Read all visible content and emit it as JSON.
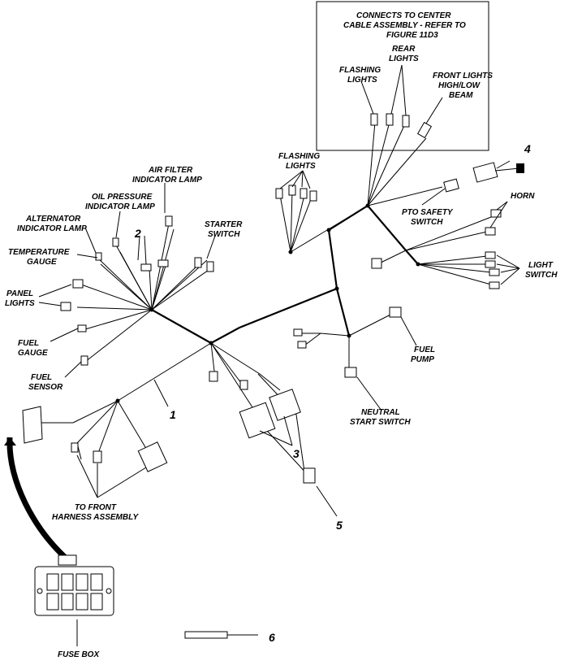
{
  "labels": {
    "center_cable_1": "CONNECTS TO CENTER",
    "center_cable_2": "CABLE ASSEMBLY - REFER TO",
    "center_cable_3": "FIGURE 11D3",
    "rear_lights_1": "REAR",
    "rear_lights_2": "LIGHTS",
    "flashing_top_1": "FLASHING",
    "flashing_top_2": "LIGHTS",
    "front_lights_1": "FRONT LIGHTS",
    "front_lights_2": "HIGH/LOW",
    "front_lights_3": "BEAM",
    "flashing_left_1": "FLASHING",
    "flashing_left_2": "LIGHTS",
    "air_filter_1": "AIR FILTER",
    "air_filter_2": "INDICATOR LAMP",
    "oil_pressure_1": "OIL PRESSURE",
    "oil_pressure_2": "INDICATOR LAMP",
    "alternator_1": "ALTERNATOR",
    "alternator_2": "INDICATOR LAMP",
    "temperature_1": "TEMPERATURE",
    "temperature_2": "GAUGE",
    "panel_lights_1": "PANEL",
    "panel_lights_2": "LIGHTS",
    "fuel_gauge_1": "FUEL",
    "fuel_gauge_2": "GAUGE",
    "fuel_sensor_1": "FUEL",
    "fuel_sensor_2": "SENSOR",
    "starter_switch_1": "STARTER",
    "starter_switch_2": "SWITCH",
    "pto_safety_1": "PTO SAFETY",
    "pto_safety_2": "SWITCH",
    "horn": "HORN",
    "light_switch_1": "LIGHT",
    "light_switch_2": "SWITCH",
    "fuel_pump_1": "FUEL",
    "fuel_pump_2": "PUMP",
    "neutral_start_1": "NEUTRAL",
    "neutral_start_2": "START SWITCH",
    "front_harness_1": "TO FRONT",
    "front_harness_2": "HARNESS ASSEMBLY",
    "fuse_box": "FUSE BOX"
  },
  "callouts": {
    "n1": "1",
    "n2": "2",
    "n3": "3",
    "n4": "4",
    "n5": "5",
    "n6": "6"
  }
}
